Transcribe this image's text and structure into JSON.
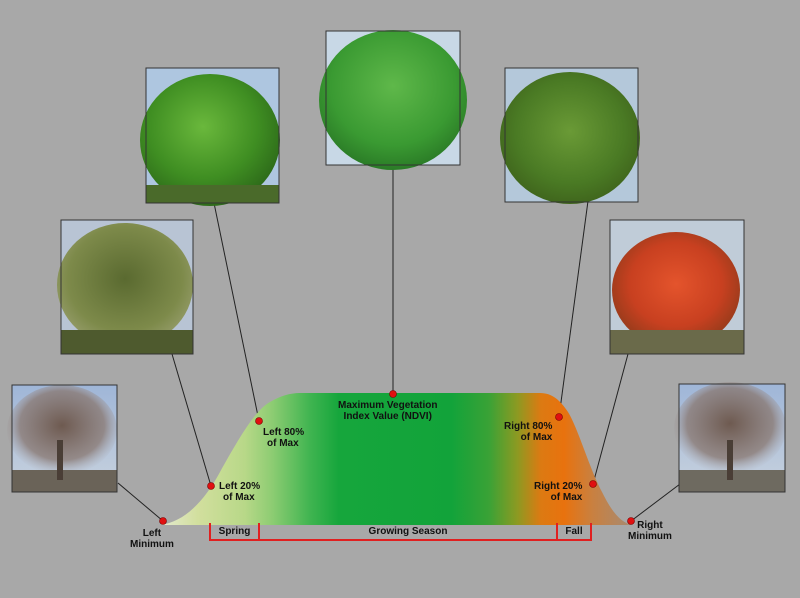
{
  "labels": {
    "left_min": [
      "Left",
      "Minimum"
    ],
    "left_20": [
      "Left 20%",
      "of Max"
    ],
    "left_80": [
      "Left 80%",
      "of Max"
    ],
    "max": [
      "Maximum Vegetation",
      "Index Value (NDVI)"
    ],
    "right_80": [
      "Right 80%",
      "of Max"
    ],
    "right_20": [
      "Right 20%",
      "of Max"
    ],
    "right_min": [
      "Right",
      "Minimum"
    ]
  },
  "seasons": {
    "spring": "Spring",
    "growing": "Growing Season",
    "fall": "Fall"
  },
  "colors": {
    "background": "#a8a8a8",
    "point": "#e01010",
    "bracket": "#e02020",
    "leader_line": "#222222",
    "spring_start": "#d6e2a6",
    "peak_green": "#0fa63a",
    "fall_orange": "#e87010",
    "end_brown": "#b08058"
  },
  "photos": [
    {
      "name": "tree-photo-left-minimum",
      "season": "bare"
    },
    {
      "name": "tree-photo-left-20",
      "season": "budding"
    },
    {
      "name": "tree-photo-left-80",
      "season": "green"
    },
    {
      "name": "tree-photo-max",
      "season": "lush"
    },
    {
      "name": "tree-photo-right-80",
      "season": "green"
    },
    {
      "name": "tree-photo-right-20",
      "season": "red"
    },
    {
      "name": "tree-photo-right-minimum",
      "season": "bare"
    }
  ]
}
